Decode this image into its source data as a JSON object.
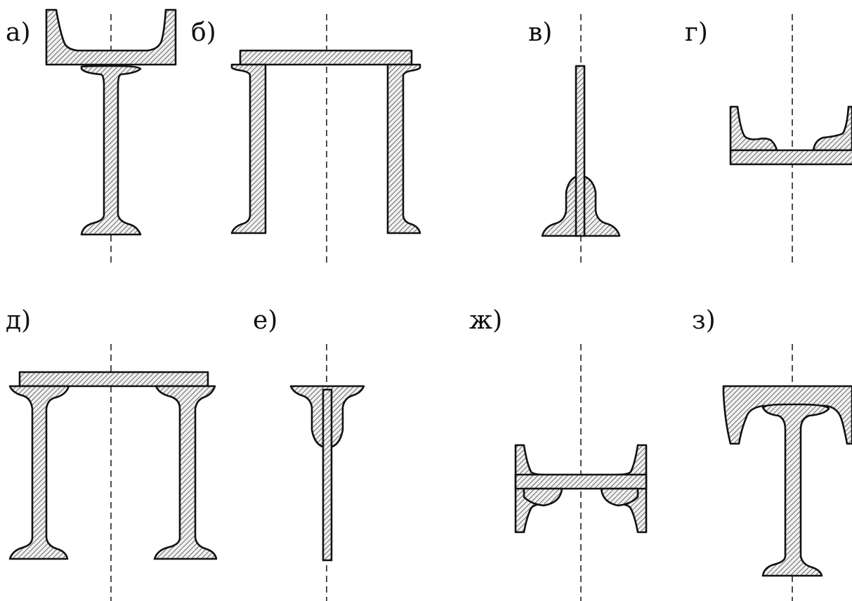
{
  "panels": [
    {
      "id": "a",
      "label": "а)"
    },
    {
      "id": "b",
      "label": "б)"
    },
    {
      "id": "v",
      "label": "в)"
    },
    {
      "id": "g",
      "label": "г)"
    },
    {
      "id": "d",
      "label": "д)"
    },
    {
      "id": "e",
      "label": "е)"
    },
    {
      "id": "zh",
      "label": "ж)"
    },
    {
      "id": "z",
      "label": "з)"
    }
  ]
}
